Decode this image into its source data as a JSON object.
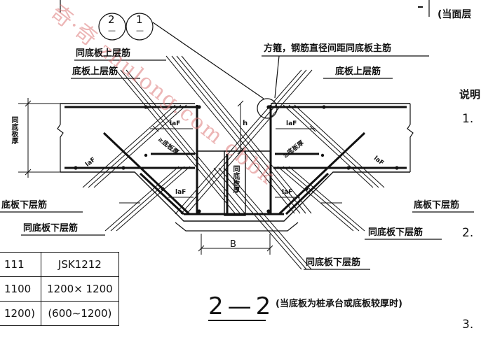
{
  "header": {
    "note": "(当面层"
  },
  "watermark": {
    "text": "奇·奇 zhulong.com cbbk"
  },
  "callouts": {
    "ref_top_1": "2",
    "ref_bottom_1": "—",
    "ref_top_2": "1",
    "ref_bottom_2": "—"
  },
  "labels": {
    "square_stirrup": "方箍，钢筋直径间距同底板主筋",
    "same_top_rebar": "同底板上层筋",
    "top_rebar_left": "底板上层筋",
    "top_rebar_right": "底板上层筋",
    "bottom_rebar_left": "底板下层筋",
    "bottom_rebar_right": "底板下层筋",
    "same_bottom_left": "同底板下层筋",
    "same_bottom_right": "同底板下层筋",
    "same_bottom_center": "同底板下层筋",
    "slab_thickness": "同底板厚",
    "slab_thickness_mid": "同底板厚",
    "diag_thickness_left": "≥底板厚",
    "diag_thickness_right": "≥底板厚",
    "laf": "laF",
    "h": "h",
    "b": "B"
  },
  "notes": {
    "heading": "说明",
    "n1": "1.",
    "n2": "2.",
    "n3": "3."
  },
  "section": {
    "title": "2—2",
    "caption": "(当底板为桩承台或底板较厚时)"
  },
  "table": {
    "rows": [
      [
        "111",
        "JSK1212"
      ],
      [
        "1100",
        "1200× 1200"
      ],
      [
        "1200)",
        "(600∼1200)"
      ]
    ]
  }
}
